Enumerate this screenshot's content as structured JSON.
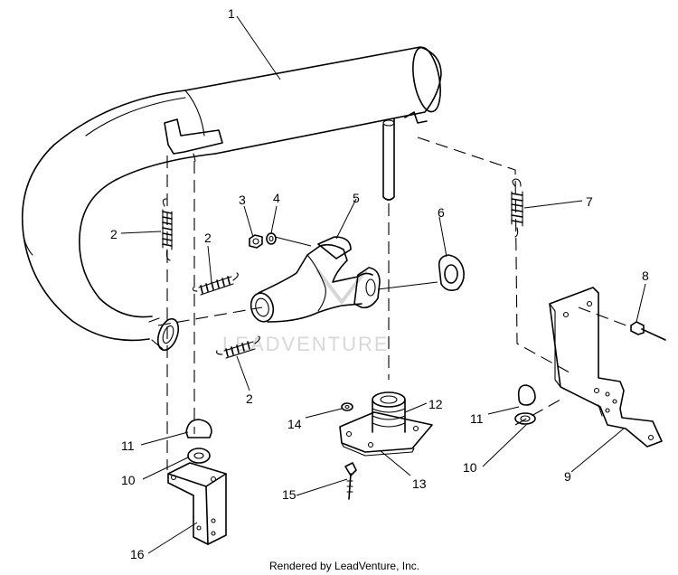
{
  "diagram": {
    "callouts": {
      "c1": "1",
      "c2a": "2",
      "c2b": "2",
      "c2c": "2",
      "c3": "3",
      "c4": "4",
      "c5": "5",
      "c6": "6",
      "c7": "7",
      "c8": "8",
      "c9": "9",
      "c10a": "10",
      "c10b": "10",
      "c11a": "11",
      "c11b": "11",
      "c12": "12",
      "c13": "13",
      "c14": "14",
      "c15": "15",
      "c16": "16"
    },
    "watermark": "LEADVENTURE",
    "footer": "Rendered by LeadVenture, Inc."
  }
}
